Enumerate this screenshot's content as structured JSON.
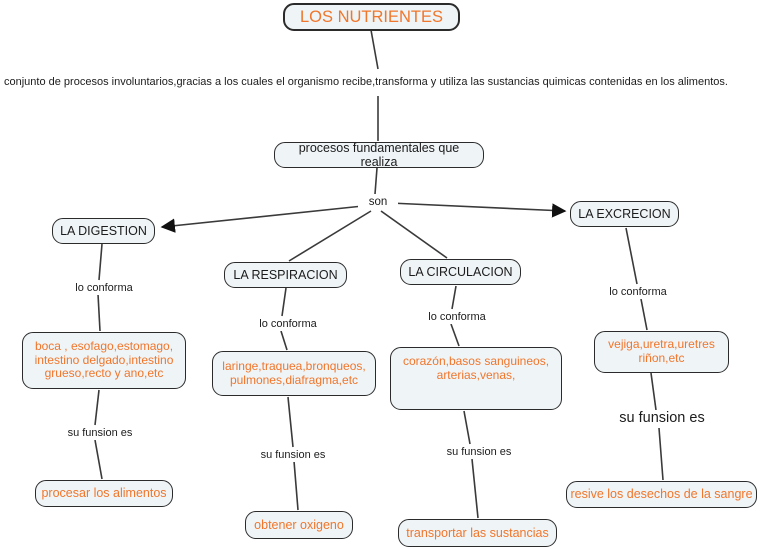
{
  "map": {
    "title": "LOS NUTRIENTES",
    "description": "conjunto de procesos involuntarios,gracias a los cuales el organismo recibe,transforma y utiliza las sustancias quimicas contenidas en los alimentos.",
    "process_node": "procesos fundamentales que realiza",
    "connector_label": "son"
  },
  "branches": [
    {
      "name": "LA DIGESTION",
      "conforma": "lo conforma",
      "organs": "boca , esofago,estomago, intestino delgado,intestino grueso,recto y ano,etc",
      "funsion": "su funsion es",
      "function": "procesar los alimentos"
    },
    {
      "name": "LA RESPIRACION",
      "conforma": "lo conforma",
      "organs": "laringe,traquea,bronqueos, pulmones,diafragma,etc",
      "funsion": "su funsion es",
      "function": "obtener oxigeno"
    },
    {
      "name": "LA CIRCULACION",
      "conforma": "lo conforma",
      "organs": "corazón,basos sanguineos, arterias,venas,",
      "funsion": "su funsion es",
      "function": "transportar las sustancias"
    },
    {
      "name": "LA EXCRECION",
      "conforma": "lo conforma",
      "organs": "vejiga,uretra,uretres riñon,etc",
      "funsion": "su funsion es",
      "function": "resive los desechos de la sangre"
    }
  ],
  "colors": {
    "accent_orange": "#F0762B",
    "node_fill": "#EFF4F7",
    "node_border": "#2B2B2B",
    "line": "#3A3A3A",
    "text": "#1C1C1C"
  }
}
